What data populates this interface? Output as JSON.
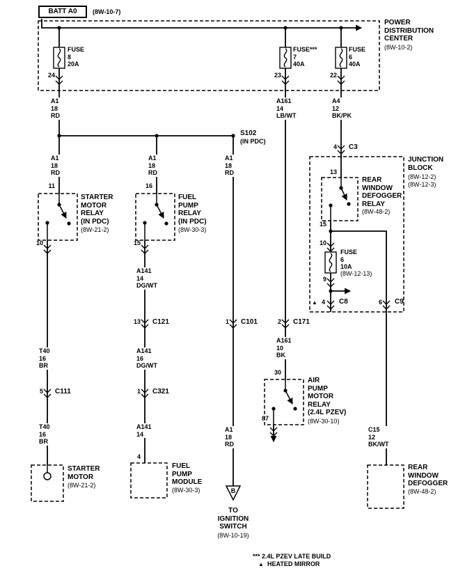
{
  "battery": {
    "name": "BATT A0",
    "ref": "(8W-10-7)"
  },
  "pdc": {
    "name": "POWER\nDISTRIBUTION\nCENTER",
    "ref": "(8W-10-2)",
    "fuses": [
      {
        "label": "FUSE\n8\n20A",
        "pin": "24"
      },
      {
        "label": "FUSE***\n7\n40A",
        "pin": "23"
      },
      {
        "label": "FUSE\n6\n40A",
        "pin": "22"
      }
    ]
  },
  "splice": {
    "name": "S102",
    "ref": "(IN PDC)"
  },
  "wires": {
    "a1_top": "A1\n18\nRD",
    "a161_top": "A161\n14\nLB/WT",
    "a4_top": "A4\n12\nBK/PK",
    "a1_left": "A1\n18\nRD",
    "a1_mid": "A1\n18\nRD",
    "a1_right": "A1\n18\nRD",
    "a141_a": "A141\n14\nDG/WT",
    "a141_b": "A141\n16\nDG/WT",
    "a141_c": "A141\n14",
    "t40_a": "T40\n16\nBR",
    "t40_b": "T40\n16\nBR",
    "a161_low": "A161\n10\nBK",
    "a1_ign": "A1\n18\nRD",
    "c15": "C15\n12\nBK/WT"
  },
  "connectors": {
    "c3": {
      "pin": "4",
      "name": "C3"
    },
    "c8": {
      "pin": "4",
      "name": "C8",
      "marker": "▲"
    },
    "c9": {
      "pin": "6",
      "name": "C9"
    },
    "c101": {
      "pin": "1",
      "name": "C101"
    },
    "c111": {
      "pin": "5",
      "name": "C111"
    },
    "c121": {
      "pin": "13",
      "name": "C121"
    },
    "c171": {
      "pin": "2",
      "name": "C171"
    },
    "c321": {
      "pin": "1",
      "name": "C321"
    }
  },
  "relays": {
    "starter": {
      "name": "STARTER\nMOTOR\nRELAY\n(IN PDC)",
      "ref": "(8W-21-2)",
      "pin_in": "11",
      "pin_out": "10"
    },
    "fuel": {
      "name": "FUEL\nPUMP\nRELAY\n(IN PDC)",
      "ref": "(8W-30-3)",
      "pin_in": "16",
      "pin_out": "15"
    },
    "air": {
      "name": "AIR\nPUMP\nMOTOR\nRELAY\n(2.4L PZEV)",
      "ref": "(8W-30-10)",
      "pin_in": "30",
      "pin_out": "87"
    },
    "defogger": {
      "name": "REAR\nWINDOW\nDEFOGGER\nRELAY",
      "ref": "(8W-48-2)",
      "pin_in": "13",
      "pin_out": "15"
    }
  },
  "junction_block": {
    "name": "JUNCTION\nBLOCK",
    "refs": "(8W-12-2)\n(8W-12-3)",
    "fuse": {
      "label": "FUSE\n6\n10A",
      "ref": "(8W-12-13)",
      "pin_in": "10",
      "pin_out": "9"
    }
  },
  "components": {
    "starter_motor": {
      "name": "STARTER\nMOTOR",
      "ref": "(8W-21-2)"
    },
    "fuel_pump_module": {
      "name": "FUEL\nPUMP\nMODULE",
      "ref": "(8W-30-3)",
      "pin": "4"
    },
    "rear_defogger": {
      "name": "REAR\nWINDOW\nDEFOGGER",
      "ref": "(8W-48-2)"
    },
    "ignition": {
      "symbol": "B",
      "name": "TO\nIGNITION\nSWITCH",
      "ref": "(8W-10-19)"
    }
  },
  "legend": {
    "pzev": "*** 2.4L PZEV LATE BUILD",
    "mirror_marker": "▲",
    "mirror": "HEATED MIRROR"
  }
}
